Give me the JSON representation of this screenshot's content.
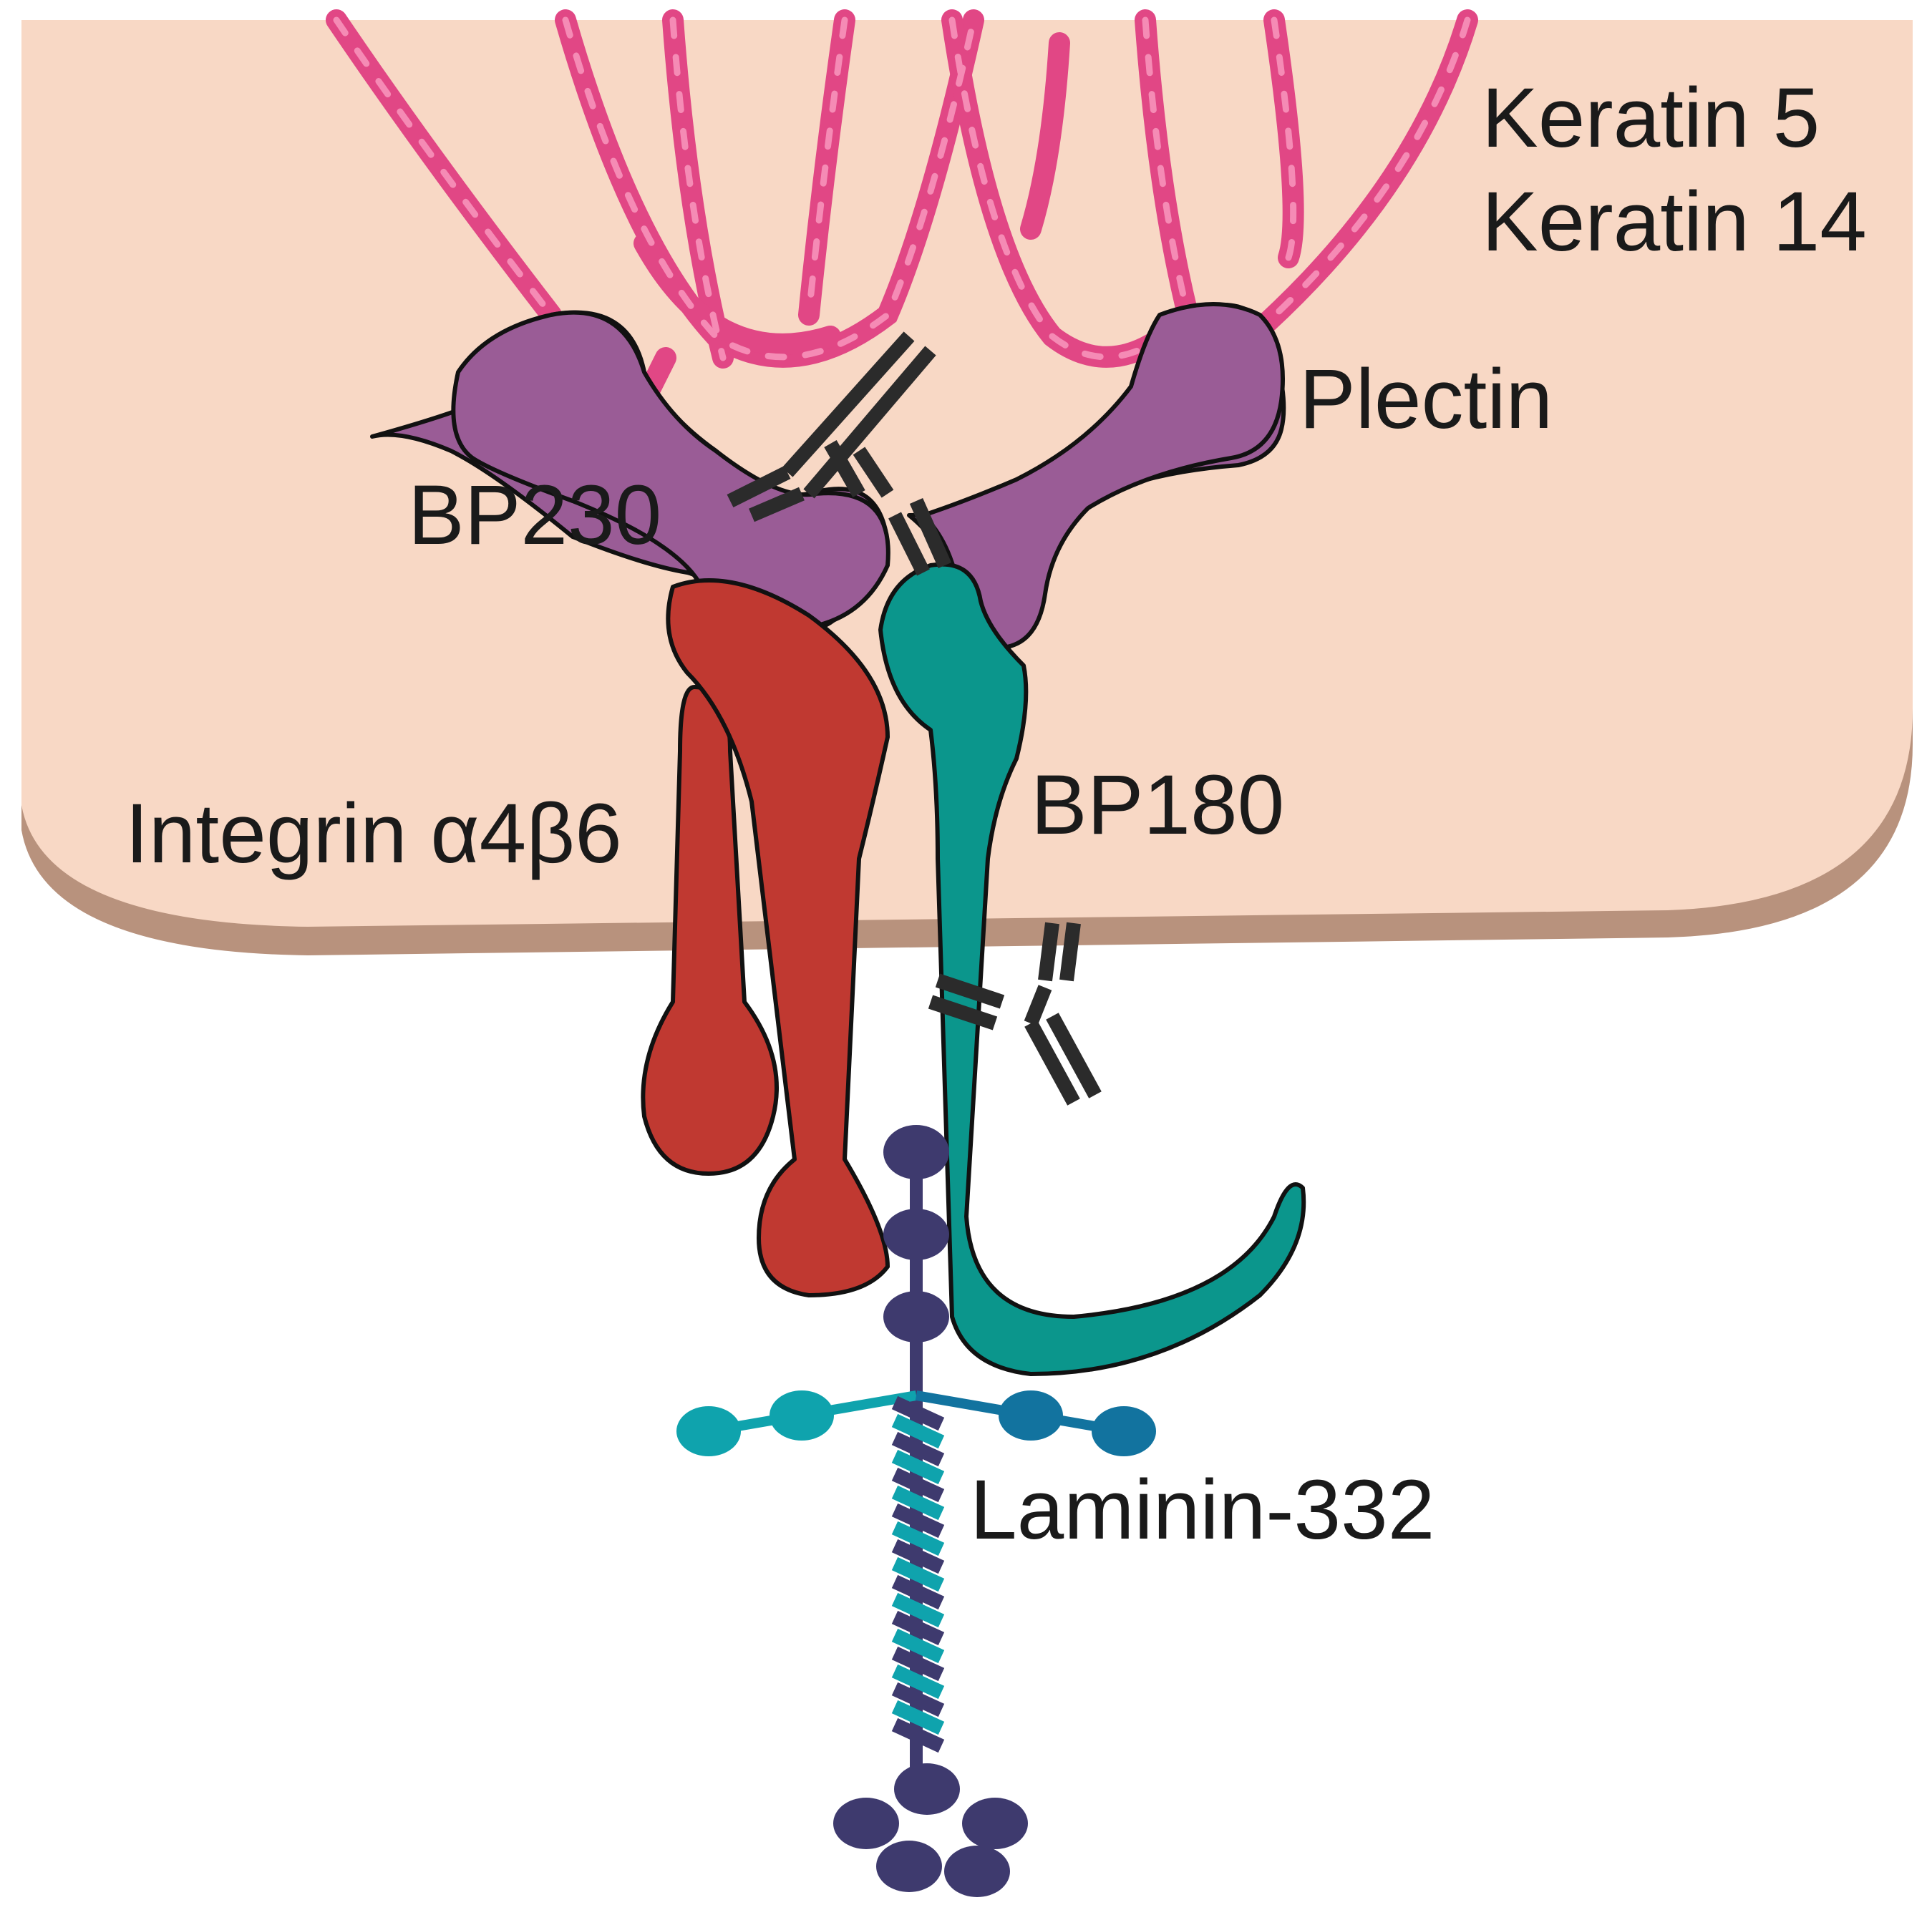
{
  "labels": {
    "keratin_5": "Keratin 5",
    "keratin_14": "Keratin 14",
    "plectin": "Plectin",
    "bp230": "BP230",
    "integrin": "Integrin α4β6",
    "bp180": "BP180",
    "laminin": "Laminin-332"
  },
  "colors": {
    "cytoplasm": "#f8d8c5",
    "membrane": "#b8927d",
    "keratin": "#e14785",
    "keratin_highlight": "#f58bb5",
    "plectin_bp230": "#9a5c96",
    "integrin": "#c03931",
    "bp180": "#0b968c",
    "antibody": "#2b2b2b",
    "laminin_dark": "#3e3a6e",
    "laminin_teal": "#0fa3ad",
    "laminin_blue": "#12739f"
  },
  "icons": [
    "keratin-filament-icon",
    "antibody-icon",
    "laminin-molecule-icon"
  ]
}
